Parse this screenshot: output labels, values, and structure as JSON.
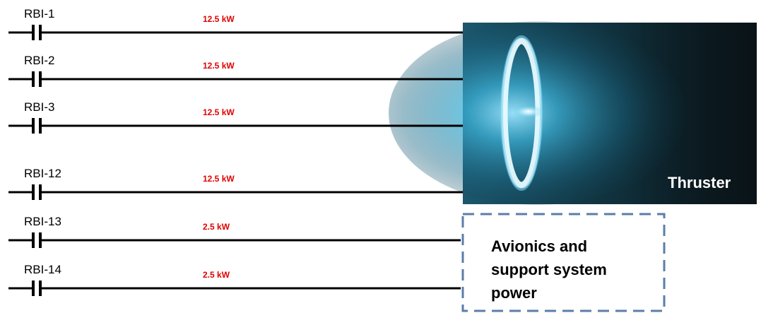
{
  "channels": [
    {
      "label": "RBI-1",
      "power": "12.5 kW"
    },
    {
      "label": "RBI-2",
      "power": "12.5 kW"
    },
    {
      "label": "RBI-3",
      "power": "12.5 kW"
    },
    {
      "label": "RBI-12",
      "power": "12.5 kW"
    },
    {
      "label": "RBI-13",
      "power": "2.5 kW"
    },
    {
      "label": "RBI-14",
      "power": "2.5 kW"
    }
  ],
  "thruster": {
    "label": "Thruster"
  },
  "avionics": {
    "line1": "Avionics and",
    "line2": "support system",
    "line3": "power"
  },
  "colors": {
    "power_label": "#e00000",
    "box_border": "#5b7da8",
    "line": "#000000"
  }
}
